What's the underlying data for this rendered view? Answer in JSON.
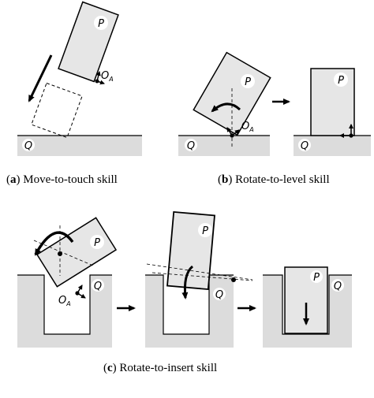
{
  "labels": {
    "P": "P",
    "Q": "Q",
    "O": "O",
    "A": "A"
  },
  "captions": {
    "a_letter": "a",
    "a_text": " Move-to-touch skill",
    "b_letter": "b",
    "b_text": " Rotate-to-level skill",
    "c_letter": "c",
    "c_text": " Rotate-to-insert skill"
  },
  "colors": {
    "part_fill": "#e6e6e6",
    "surface_fill": "#dcdcdc",
    "stroke": "#000000"
  }
}
